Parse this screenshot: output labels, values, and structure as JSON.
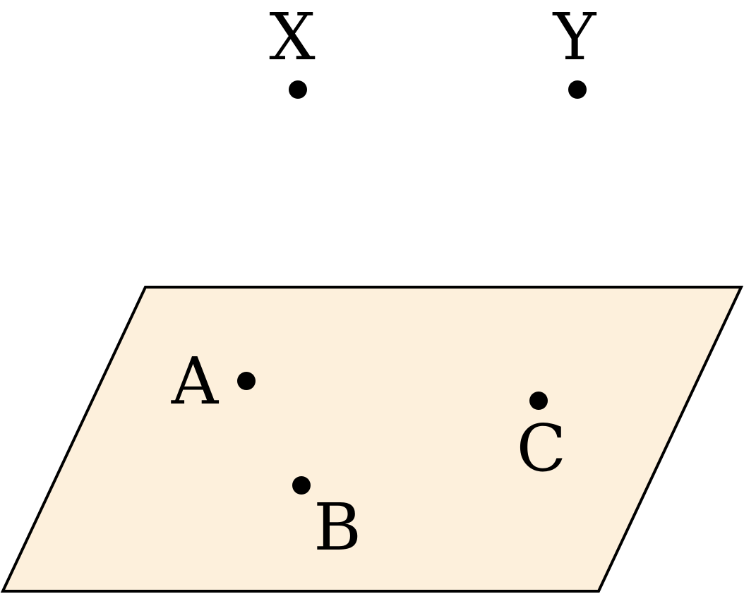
{
  "plane": {
    "fill": "#fdf0dc",
    "stroke": "#000000"
  },
  "points": {
    "x": {
      "label": "X"
    },
    "y": {
      "label": "Y"
    },
    "a": {
      "label": "A"
    },
    "b": {
      "label": "B"
    },
    "c": {
      "label": "C"
    }
  },
  "colors": {
    "point": "#000000"
  }
}
